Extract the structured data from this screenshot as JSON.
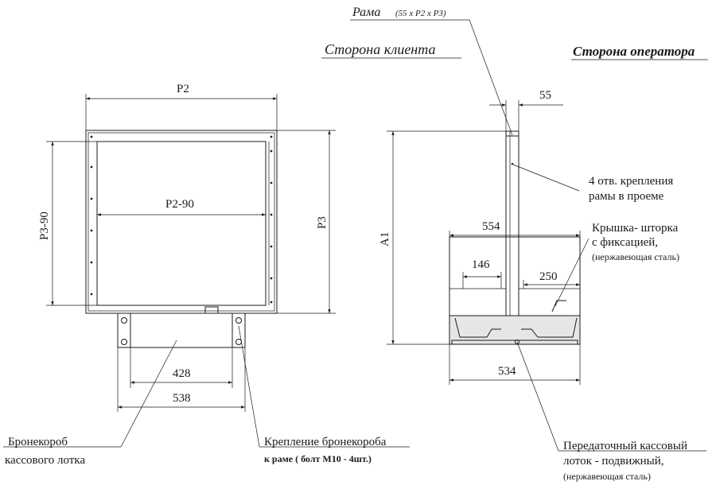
{
  "titles": {
    "rama": "Рама",
    "rama_dims": "(55 x P2 x P3)",
    "client_side": "Сторона клиента",
    "operator_side": "Сторона оператора"
  },
  "front_view": {
    "dim_p2": "P2",
    "dim_p2_90": "P2-90",
    "dim_p3": "P3",
    "dim_p3_90": "P3-90",
    "dim_428": "428",
    "dim_538": "538"
  },
  "side_view": {
    "dim_a1": "A1",
    "dim_55": "55",
    "dim_554": "554",
    "dim_146": "146",
    "dim_250": "250",
    "dim_534": "534"
  },
  "callouts": {
    "holes_line1": "4 отв. крепления",
    "holes_line2": "рамы в проеме",
    "cover_line1": "Крышка- шторка",
    "cover_line2": "с фиксацией,",
    "cover_line3": "(нержавеющая сталь)",
    "box_line1": "Бронекороб",
    "box_line2": "кассового  лотка",
    "mount_line1": "Крепление бронекороба",
    "mount_line2": "к раме ( болт М10 - 4шт.)",
    "tray_line1": "Передаточный кассовый",
    "tray_line2": "лоток - подвижный,",
    "tray_line3": "(нержавеющая сталь)"
  }
}
